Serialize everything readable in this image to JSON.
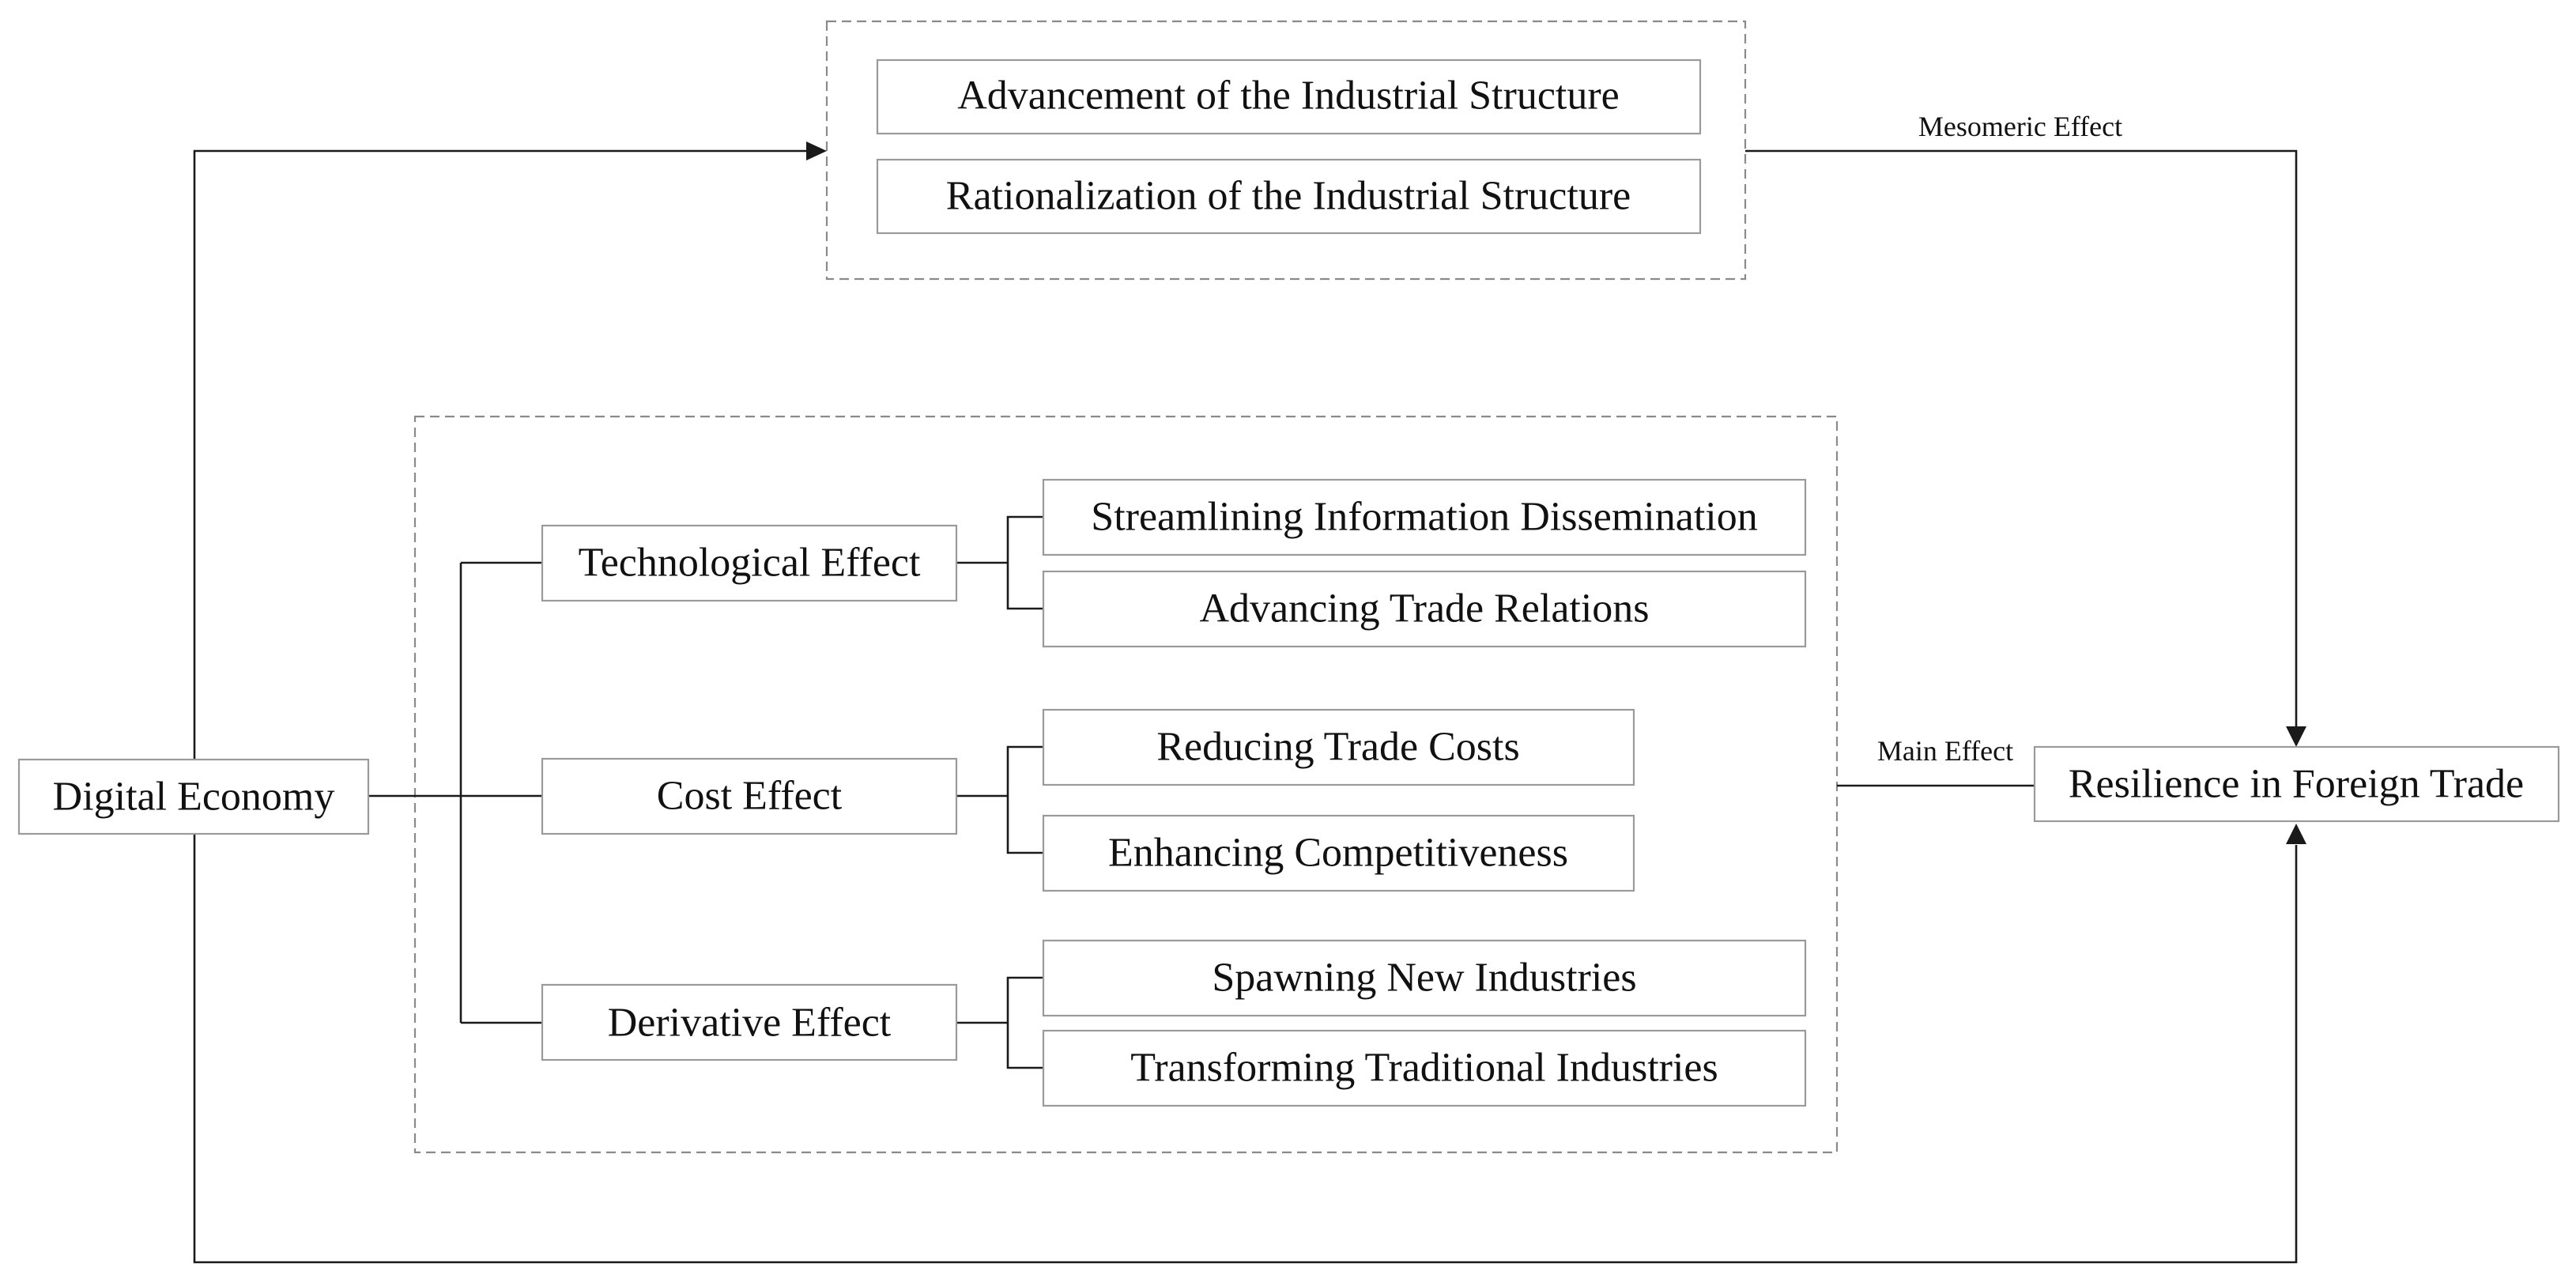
{
  "source": {
    "label": "Digital Economy"
  },
  "target": {
    "label": "Resilience in Foreign Trade"
  },
  "edge_labels": {
    "mesomeric": "Mesomeric Effect",
    "main": "Main Effect"
  },
  "mediators": {
    "items": [
      "Advancement of the Industrial Structure",
      "Rationalization of the Industrial Structure"
    ]
  },
  "mechanisms": [
    {
      "label": "Technological Effect",
      "children": [
        "Streamlining Information Dissemination",
        "Advancing Trade Relations"
      ]
    },
    {
      "label": "Cost Effect",
      "children": [
        "Reducing Trade Costs",
        "Enhancing Competitiveness"
      ]
    },
    {
      "label": "Derivative Effect",
      "children": [
        "Spawning New Industries",
        "Transforming Traditional Industries"
      ]
    }
  ]
}
